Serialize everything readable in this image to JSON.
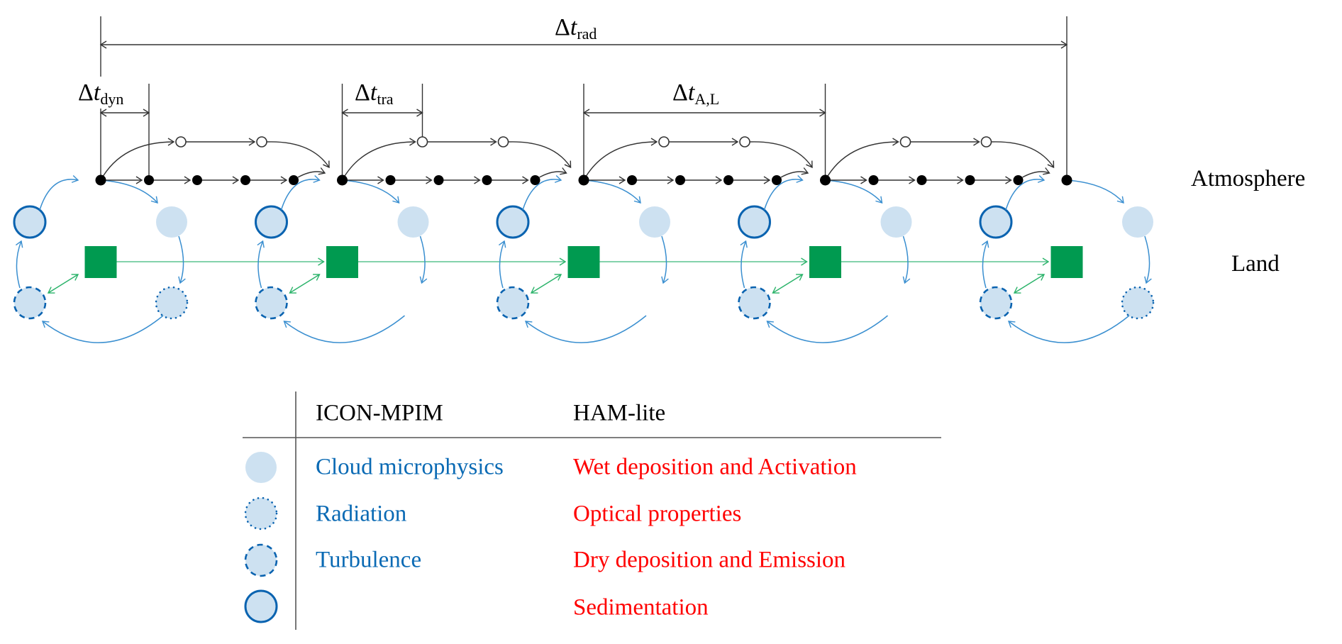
{
  "colors": {
    "line": "#333333",
    "dot": "#000000",
    "blue_arrow": "#3a8fd0",
    "blue_outline": "#0a63b0",
    "light_fill": "#cde1f1",
    "green_fill": "#009a50",
    "green_line": "#5cc490",
    "green_arrow": "#2bb36a",
    "icon_text": "#0a6ab4",
    "ham_text": "#ff0000"
  },
  "timesteps": {
    "rad": {
      "delta": "Δ",
      "t": "t",
      "sub": "rad"
    },
    "dyn": {
      "delta": "Δ",
      "t": "t",
      "sub": "dyn"
    },
    "tra": {
      "delta": "Δ",
      "t": "t",
      "sub": "tra"
    },
    "al": {
      "delta": "Δ",
      "t": "t",
      "sub": "A,L"
    }
  },
  "rows": {
    "atmosphere": "Atmosphere",
    "land": "Land"
  },
  "diagram": {
    "coupling_blocks": 5,
    "dyn_substeps_per_block": 5,
    "tracer_steps_per_block": 2,
    "dotted_radiation_blocks": [
      0,
      4
    ]
  },
  "legend": {
    "headers": {
      "icon": "ICON-MPIM",
      "ham": "HAM-lite"
    },
    "rows": [
      {
        "symbol": "filled-circle",
        "icon": "Cloud microphysics",
        "ham": "Wet deposition and Activation"
      },
      {
        "symbol": "dotted-circle",
        "icon": "Radiation",
        "ham": "Optical properties"
      },
      {
        "symbol": "dashed-circle",
        "icon": "Turbulence",
        "ham": "Dry deposition and Emission"
      },
      {
        "symbol": "outlined-circle",
        "icon": "",
        "ham": "Sedimentation"
      }
    ]
  }
}
